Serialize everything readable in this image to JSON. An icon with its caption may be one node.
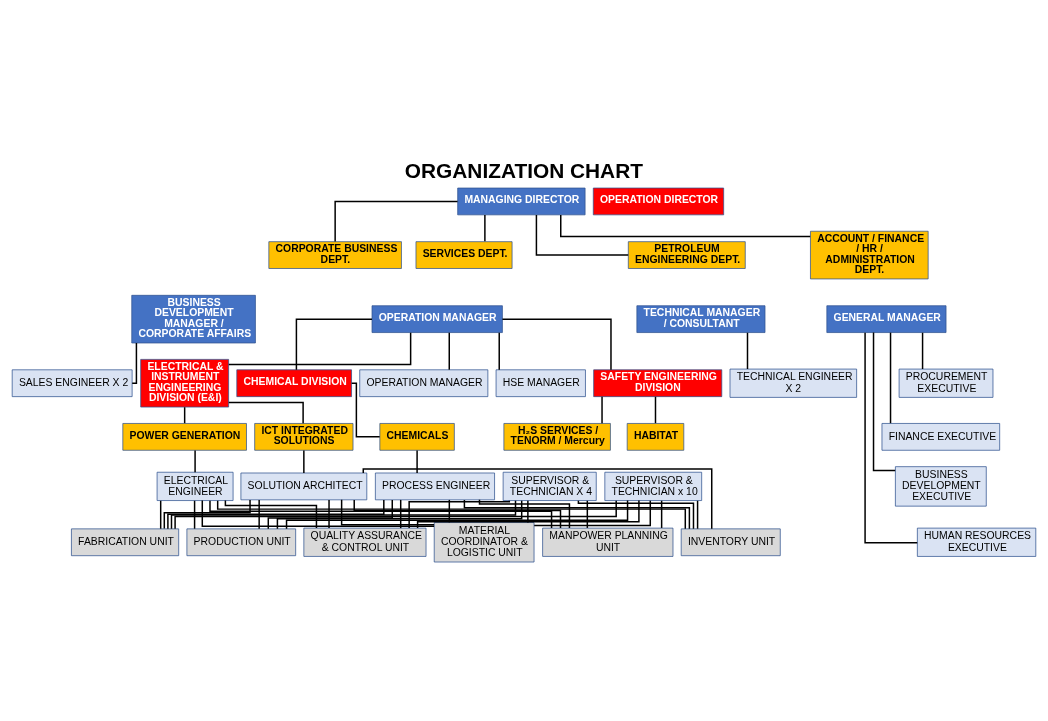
{
  "diagram": {
    "title": "ORGANIZATION CHART",
    "nodes": [
      {
        "text": [
          "MANAGING DIRECTOR"
        ]
      },
      {
        "text": [
          "OPERATION DIRECTOR"
        ]
      },
      {
        "text": [
          "CORPORATE BUSINESS DEPT."
        ]
      },
      {
        "text": [
          "BUSINESS DEVELOPMENT MANAGER / CORPORATE AFFAIRS"
        ]
      },
      {
        "text": [
          "SALES ENGINEER X 2"
        ]
      },
      {
        "text": [
          "SERVICES DEPT."
        ]
      },
      {
        "text": [
          "OPERATION MANAGER"
        ]
      },
      {
        "text": [
          "OPERATION MANAGER"
        ]
      },
      {
        "text": [
          "HSE MANAGER"
        ]
      },
      {
        "text": [
          "PETROLEUM ENGINEERING DEPT."
        ]
      },
      {
        "text": [
          "TECHNICAL MANAGER / CONSULTANT"
        ]
      },
      {
        "text": [
          "TECHNICAL ENGINEER X 2"
        ]
      },
      {
        "text": [
          "ACCOUNT / FINANCE / HR / ADMINISTRATION DEPT."
        ]
      },
      {
        "text": [
          "GENERAL MANAGER"
        ]
      },
      {
        "text": [
          "PROCUREMENT EXECUTIVE"
        ]
      },
      {
        "text": [
          "FINANCE EXECUTIVE"
        ]
      },
      {
        "text": [
          "BUSINESS DEVELOPMENT EXECUTIVE"
        ]
      },
      {
        "text": [
          "HUMAN RESOURCES EXECUTIVE"
        ]
      },
      {
        "text": [
          "SAFETY ENGINEERING DIVISION"
        ]
      },
      {
        "text": [
          "ELECTRICAL & INSTRUMENT ENGINEERING DIVISION (E&I)"
        ]
      },
      {
        "text": [
          "CHEMICAL DIVISION"
        ]
      },
      {
        "text": [
          "HABITAT"
        ]
      },
      {
        "text": [
          "H₂S SERVICES / TENORM / Mercury"
        ]
      },
      {
        "text": [
          "ICT INTEGRATED SOLUTIONS"
        ]
      },
      {
        "text": [
          "POWER GENERATION"
        ]
      },
      {
        "text": [
          "CHEMICALS"
        ]
      },
      {
        "text": [
          "SUPERVISOR & TECHNICIAN x 10"
        ]
      },
      {
        "text": [
          "SUPERVISOR & TECHNICIAN X 4"
        ]
      },
      {
        "text": [
          "SOLUTION ARCHITECT"
        ]
      },
      {
        "text": [
          "ELECTRICAL ENGINEER"
        ]
      },
      {
        "text": [
          "PROCESS ENGINEER"
        ]
      },
      {
        "text": [
          "MATERIAL COORDINATOR & LOGISTIC UNIT"
        ]
      },
      {
        "text": [
          "MANPOWER PLANNING UNIT"
        ]
      },
      {
        "text": [
          "INVENTORY UNIT"
        ]
      },
      {
        "text": [
          "FABRICATION UNIT"
        ]
      },
      {
        "text": [
          "PRODUCTION UNIT"
        ]
      },
      {
        "text": [
          "QUALITY ASSURANCE & CONTROL UNIT"
        ]
      }
    ],
    "edges": [
      {
        "from": 0,
        "to": 2,
        "arrow": "none"
      },
      {
        "from": 0,
        "to": 5,
        "arrow": "none"
      },
      {
        "from": 0,
        "to": 9,
        "arrow": "none"
      },
      {
        "from": 0,
        "to": 12,
        "arrow": "none"
      },
      {
        "from": 3,
        "to": 4,
        "arrow": "none"
      },
      {
        "from": 6,
        "to": 7,
        "arrow": "none"
      },
      {
        "from": 6,
        "to": 8,
        "arrow": "none"
      },
      {
        "from": 10,
        "to": 11,
        "arrow": "none"
      },
      {
        "from": 13,
        "to": 14,
        "arrow": "none"
      },
      {
        "from": 13,
        "to": 15,
        "arrow": "none"
      },
      {
        "from": 13,
        "to": 16,
        "arrow": "none"
      },
      {
        "from": 13,
        "to": 17,
        "arrow": "none"
      },
      {
        "from": 6,
        "to": 18,
        "arrow": "none"
      },
      {
        "from": 6,
        "to": 19,
        "arrow": "none"
      },
      {
        "from": 6,
        "to": 20,
        "arrow": "none"
      },
      {
        "from": 18,
        "to": 21,
        "arrow": "none"
      },
      {
        "from": 18,
        "to": 22,
        "arrow": "none"
      },
      {
        "from": 19,
        "to": 23,
        "arrow": "none"
      },
      {
        "from": 19,
        "to": 24,
        "arrow": "none"
      },
      {
        "from": 20,
        "to": 25,
        "arrow": "none"
      },
      {
        "from": 23,
        "to": 28,
        "arrow": "none"
      },
      {
        "from": 24,
        "to": 29,
        "arrow": "none"
      },
      {
        "from": 25,
        "to": 30,
        "arrow": "none"
      },
      {
        "from": 26,
        "to": 31,
        "arrow": "none"
      },
      {
        "from": 26,
        "to": 32,
        "arrow": "none"
      },
      {
        "from": 26,
        "to": 33,
        "arrow": "none"
      },
      {
        "from": 26,
        "to": 34,
        "arrow": "none"
      },
      {
        "from": 26,
        "to": 35,
        "arrow": "none"
      },
      {
        "from": 26,
        "to": 36,
        "arrow": "none"
      },
      {
        "from": 27,
        "to": 31,
        "arrow": "none"
      },
      {
        "from": 27,
        "to": 32,
        "arrow": "none"
      },
      {
        "from": 27,
        "to": 33,
        "arrow": "none"
      },
      {
        "from": 27,
        "to": 34,
        "arrow": "none"
      },
      {
        "from": 27,
        "to": 35,
        "arrow": "none"
      },
      {
        "from": 27,
        "to": 36,
        "arrow": "none"
      },
      {
        "from": 28,
        "to": 31,
        "arrow": "none"
      },
      {
        "from": 28,
        "to": 32,
        "arrow": "none"
      },
      {
        "from": 28,
        "to": 33,
        "arrow": "none"
      },
      {
        "from": 28,
        "to": 34,
        "arrow": "none"
      },
      {
        "from": 28,
        "to": 35,
        "arrow": "none"
      },
      {
        "from": 28,
        "to": 36,
        "arrow": "none"
      },
      {
        "from": 29,
        "to": 31,
        "arrow": "none"
      },
      {
        "from": 29,
        "to": 32,
        "arrow": "none"
      },
      {
        "from": 29,
        "to": 33,
        "arrow": "none"
      },
      {
        "from": 29,
        "to": 34,
        "arrow": "none"
      },
      {
        "from": 29,
        "to": 35,
        "arrow": "none"
      },
      {
        "from": 29,
        "to": 36,
        "arrow": "none"
      },
      {
        "from": 30,
        "to": 31,
        "arrow": "none"
      },
      {
        "from": 30,
        "to": 32,
        "arrow": "none"
      },
      {
        "from": 30,
        "to": 33,
        "arrow": "none"
      },
      {
        "from": 30,
        "to": 34,
        "arrow": "none"
      },
      {
        "from": 30,
        "to": 35,
        "arrow": "none"
      },
      {
        "from": 30,
        "to": 36,
        "arrow": "none"
      }
    ]
  }
}
